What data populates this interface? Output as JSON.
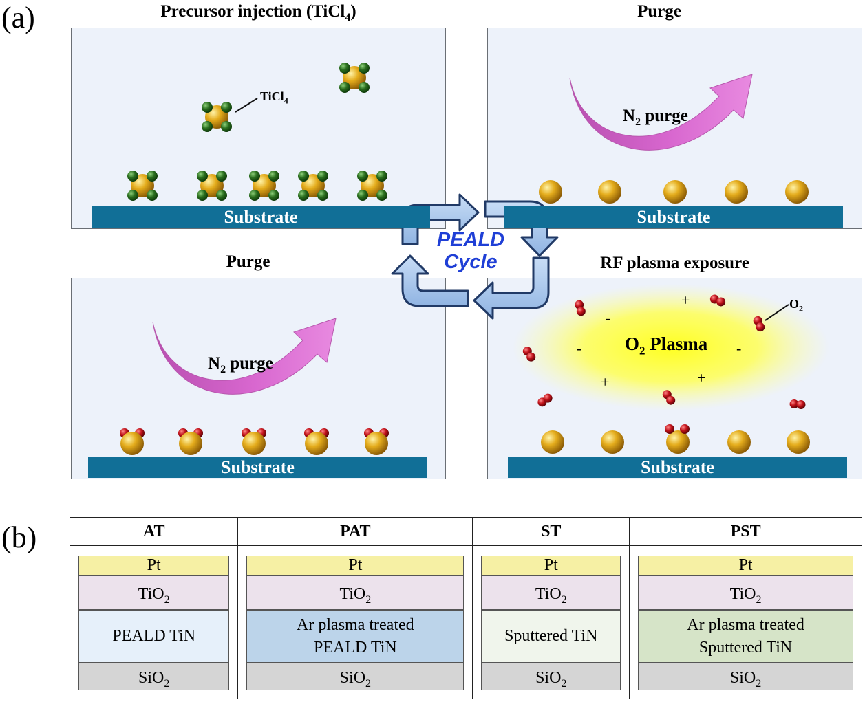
{
  "figure": {
    "panel_a_label": "(a)",
    "panel_b_label": "(b)"
  },
  "steps": [
    {
      "title": "Precursor injection (TiCl",
      "title_sub": "4",
      "title_end": ")",
      "substrate": "Substrate"
    },
    {
      "title": "Purge",
      "substrate": "Substrate",
      "flow_label": "N",
      "flow_label_sub": "2",
      "flow_label_end": " purge"
    },
    {
      "title": "Purge",
      "substrate": "Substrate",
      "flow_label": "N",
      "flow_label_sub": "2",
      "flow_label_end": " purge"
    },
    {
      "title": "RF plasma exposure",
      "substrate": "Substrate",
      "plasma_label": "O",
      "plasma_label_sub": "2",
      "plasma_label_end": " Plasma"
    }
  ],
  "cycle": {
    "line1": "PEALD",
    "line2": "Cycle"
  },
  "molecule_labels": {
    "ticl4": {
      "text": "TiCl",
      "sub": "4"
    },
    "o2": {
      "text": "O",
      "sub": "2"
    }
  },
  "plasma_charges": [
    "+",
    "-",
    "-",
    "-",
    "+",
    "+"
  ],
  "colors": {
    "substrate": "#116f97",
    "panel_bg": "#edf2fa",
    "ti_atom": "#e0a81a",
    "cl_atom": "#2a6e1e",
    "o_atom": "#c1121a",
    "purge_arrow": "#cf5fc4",
    "cycle_arrow": "#a9c8ec",
    "cycle_text": "#1f3fd6",
    "plasma_glow": "#ffff33"
  },
  "stacks": [
    {
      "header": "AT",
      "pt": "Pt",
      "tio2": "TiO",
      "tio2_sub": "2",
      "tin_line1": "PEALD TiN",
      "tin_line2": "",
      "tin_color": "#e6f0fa",
      "sio2": "SiO",
      "sio2_sub": "2"
    },
    {
      "header": "PAT",
      "pt": "Pt",
      "tio2": "TiO",
      "tio2_sub": "2",
      "tin_line1": "Ar plasma treated",
      "tin_line2": "PEALD TiN",
      "tin_color": "#bcd4ea",
      "sio2": "SiO",
      "sio2_sub": "2"
    },
    {
      "header": "ST",
      "pt": "Pt",
      "tio2": "TiO",
      "tio2_sub": "2",
      "tin_line1": "Sputtered TiN",
      "tin_line2": "",
      "tin_color": "#f0f5ec",
      "sio2": "SiO",
      "sio2_sub": "2"
    },
    {
      "header": "PST",
      "pt": "Pt",
      "tio2": "TiO",
      "tio2_sub": "2",
      "tin_line1": "Ar plasma treated",
      "tin_line2": "Sputtered TiN",
      "tin_color": "#d6e4c8",
      "sio2": "SiO",
      "sio2_sub": "2"
    }
  ],
  "layer_colors": {
    "pt": "#f6f0a4",
    "tio2": "#ece2ec",
    "sio2": "#d5d5d5"
  }
}
